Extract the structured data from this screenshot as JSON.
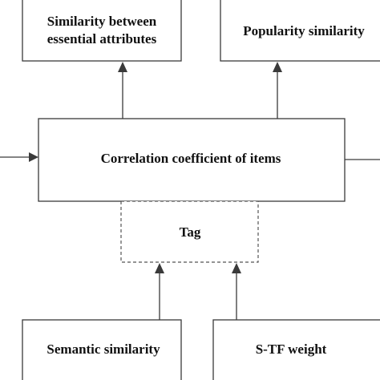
{
  "nodes": {
    "similarity_essential": {
      "line1": "Similarity between",
      "line2": "essential attributes"
    },
    "popularity": {
      "label": "Popularity similarity"
    },
    "correlation": {
      "label": "Correlation coefficient of items"
    },
    "tag": {
      "label": "Tag"
    },
    "semantic": {
      "label": "Semantic similarity"
    },
    "stf": {
      "label": "S-TF weight"
    }
  },
  "colors": {
    "stroke": "#3a3a3a",
    "text": "#111111",
    "background": "#ffffff"
  }
}
